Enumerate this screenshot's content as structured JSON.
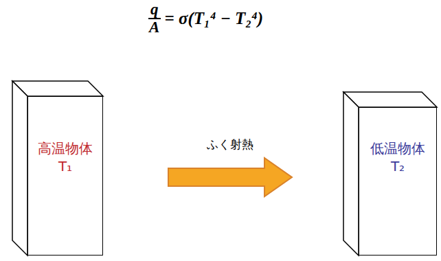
{
  "diagram": {
    "nodes": [
      {
        "text": [
          "高温物体",
          "T₁"
        ]
      },
      {
        "text": [
          "低温物体",
          "T₂"
        ]
      }
    ],
    "edges": [
      {
        "from": 0,
        "to": 1,
        "label": "ふく射熱",
        "arrow": "to"
      }
    ],
    "labels": [
      "q",
      "A",
      "= σ(T₁⁴ − T₂⁴)"
    ]
  }
}
